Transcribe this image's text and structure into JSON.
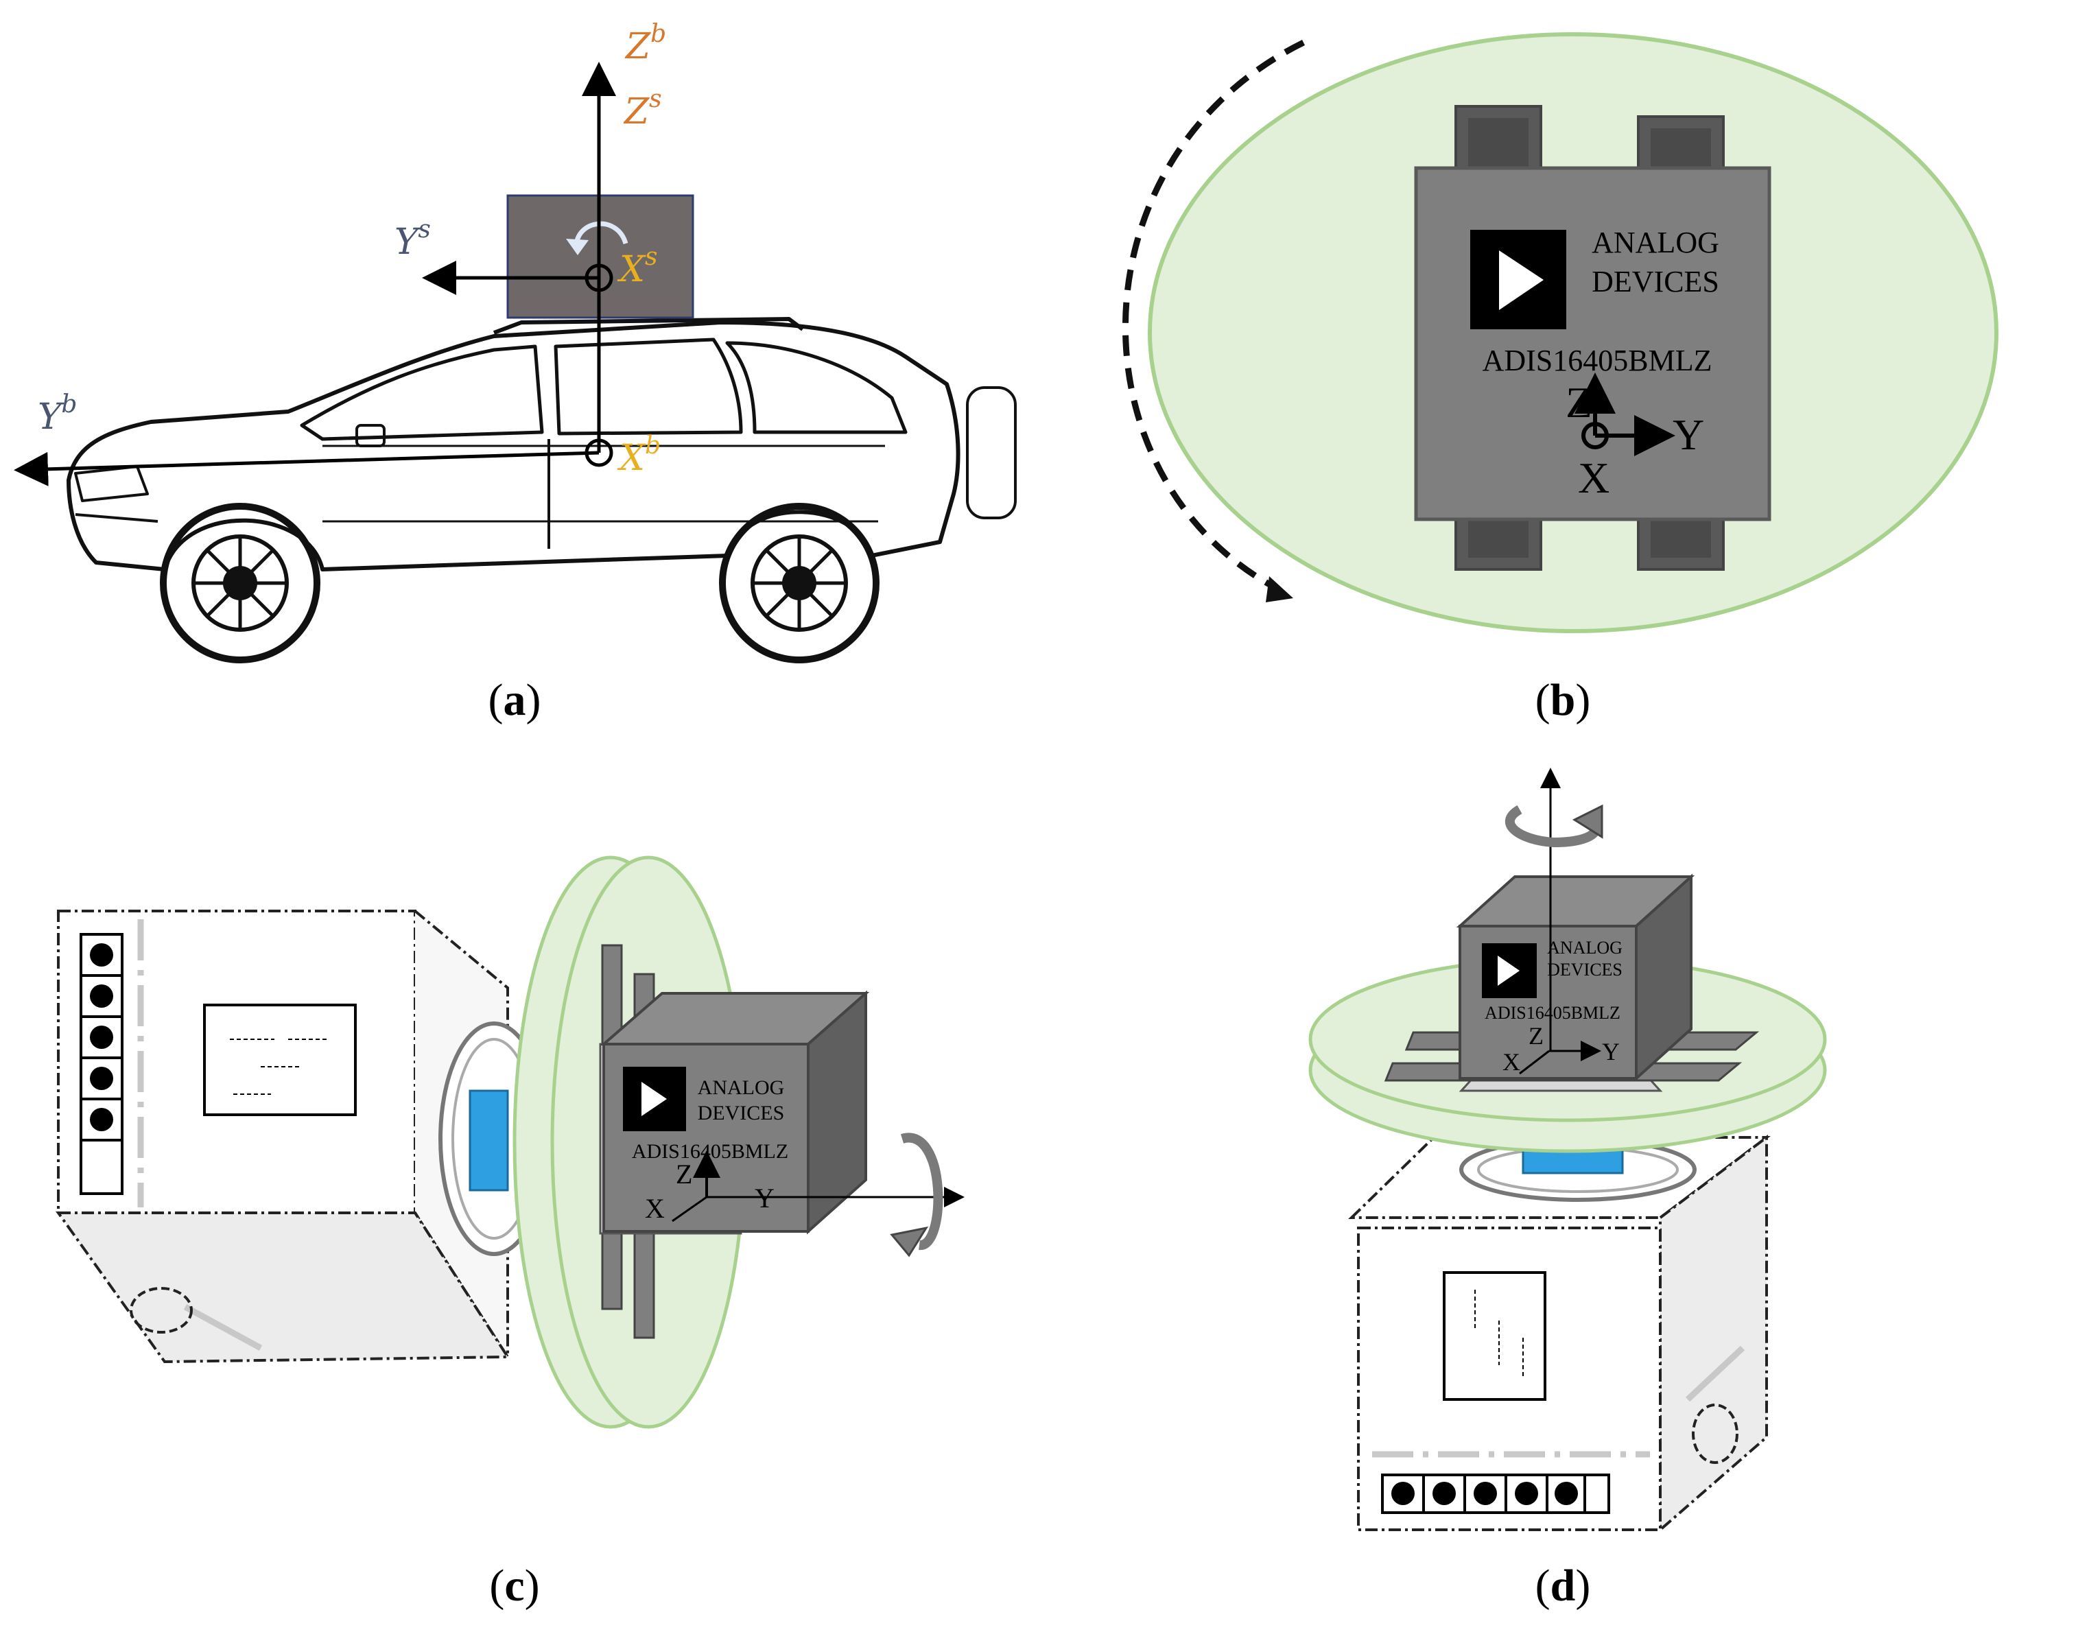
{
  "panels": {
    "a": {
      "caption": "a",
      "axes": {
        "zb": {
          "base": "Z",
          "sup": "b"
        },
        "zs": {
          "base": "Z",
          "sup": "s"
        },
        "ys": {
          "base": "Y",
          "sup": "s"
        },
        "xs": {
          "base": "X",
          "sup": "s"
        },
        "yb": {
          "base": "Y",
          "sup": "b"
        },
        "xb": {
          "base": "X",
          "sup": "b"
        }
      }
    },
    "b": {
      "caption": "b",
      "chip": {
        "brand_line1": "ANALOG",
        "brand_line2": "DEVICES",
        "part_number": "ADIS16405BMLZ",
        "axis_z": "Z",
        "axis_y": "Y",
        "axis_x": "X"
      }
    },
    "c": {
      "caption": "c",
      "chip": {
        "brand_line1": "ANALOG",
        "brand_line2": "DEVICES",
        "part_number": "ADIS16405BMLZ",
        "axis_z": "Z",
        "axis_y": "Y",
        "axis_x": "X"
      }
    },
    "d": {
      "caption": "d",
      "chip": {
        "brand_line1": "ANALOG",
        "brand_line2": "DEVICES",
        "part_number": "ADIS16405BMLZ",
        "axis_z": "Z",
        "axis_y": "Y",
        "axis_x": "X"
      }
    }
  },
  "colors": {
    "disc_fill": "#e2efd9",
    "disc_stroke": "#a9d18e",
    "chip_body": "#7f7f7f",
    "chip_dark": "#595959",
    "sensor_box": "#6f6868",
    "motor_blue": "#2e9fe0"
  }
}
